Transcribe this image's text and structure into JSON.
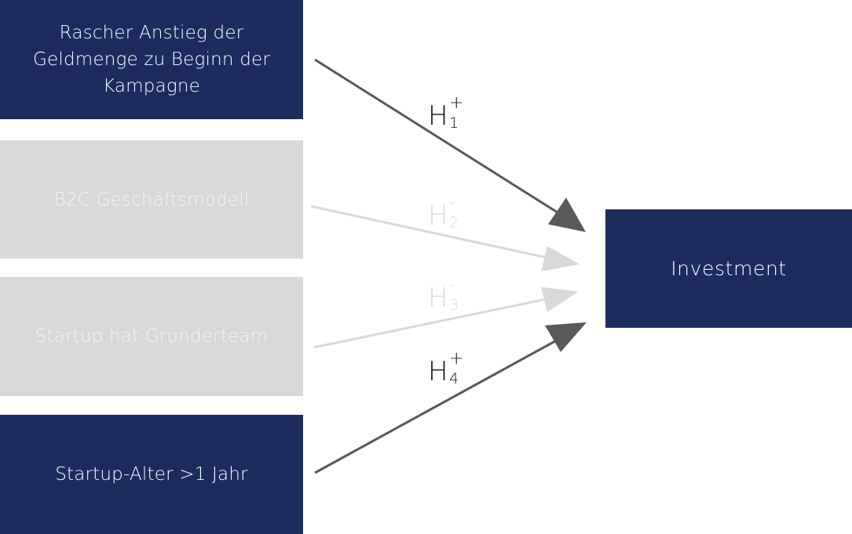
{
  "predictors": [
    {
      "label": "Rascher Anstieg der Geldmenge zu Beginn der Kampagne",
      "style": "highlighted"
    },
    {
      "label": "B2C Geschäftsmodell",
      "style": "faded"
    },
    {
      "label": "Startup hat Gründerteam",
      "style": "faded"
    },
    {
      "label": "Startup-Alter >1 Jahr",
      "style": "highlighted"
    }
  ],
  "target": {
    "label": "Investment"
  },
  "hypotheses": [
    {
      "letter": "H",
      "index": "1",
      "sign": "+",
      "style": "highlighted"
    },
    {
      "letter": "H",
      "index": "2",
      "sign": "-",
      "style": "faded"
    },
    {
      "letter": "H",
      "index": "3",
      "sign": "-",
      "style": "faded"
    },
    {
      "letter": "H",
      "index": "4",
      "sign": "+",
      "style": "highlighted"
    }
  ],
  "colors": {
    "highlighted_box": "#1c2c5d",
    "faded_box": "#d9d9d9",
    "highlighted_arrow": "#595959",
    "faded_arrow": "#d9d9d9"
  }
}
